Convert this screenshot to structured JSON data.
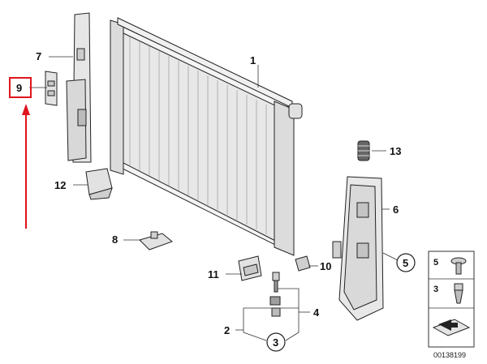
{
  "diagram": {
    "callouts": {
      "c1": "1",
      "c2": "2",
      "c3": "3",
      "c4": "4",
      "c5": "5",
      "c6": "6",
      "c7": "7",
      "c8": "8",
      "c9": "9",
      "c10": "10",
      "c11": "11",
      "c12": "12",
      "c13": "13"
    },
    "circled": {
      "c3": "3",
      "c5": "5"
    },
    "legend": {
      "item5": "5",
      "item3": "3"
    },
    "footer_code": "00138199"
  },
  "colors": {
    "highlight": "#e0141c",
    "line": "#222222",
    "part_fill": "#eeeeee"
  }
}
